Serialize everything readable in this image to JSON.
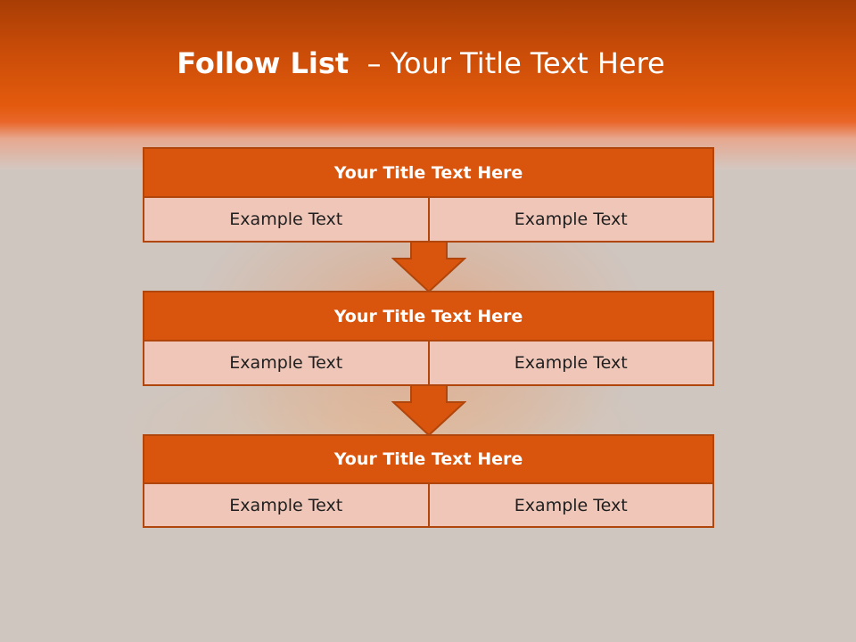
{
  "slide": {
    "title_bold": "Follow List",
    "title_rest": "  – Your Title Text Here"
  },
  "blocks": [
    {
      "title": "Your Title Text Here",
      "left": "Example Text",
      "right": "Example Text"
    },
    {
      "title": "Your Title Text Here",
      "left": "Example Text",
      "right": "Example Text"
    },
    {
      "title": "Your Title Text Here",
      "left": "Example Text",
      "right": "Example Text"
    }
  ],
  "colors": {
    "accent": "#d9540c",
    "cell_fill": "#efc6b8",
    "border": "#b0460b",
    "background": "#cfc6c0"
  },
  "icons": [
    "down-arrow-icon",
    "down-arrow-icon"
  ]
}
